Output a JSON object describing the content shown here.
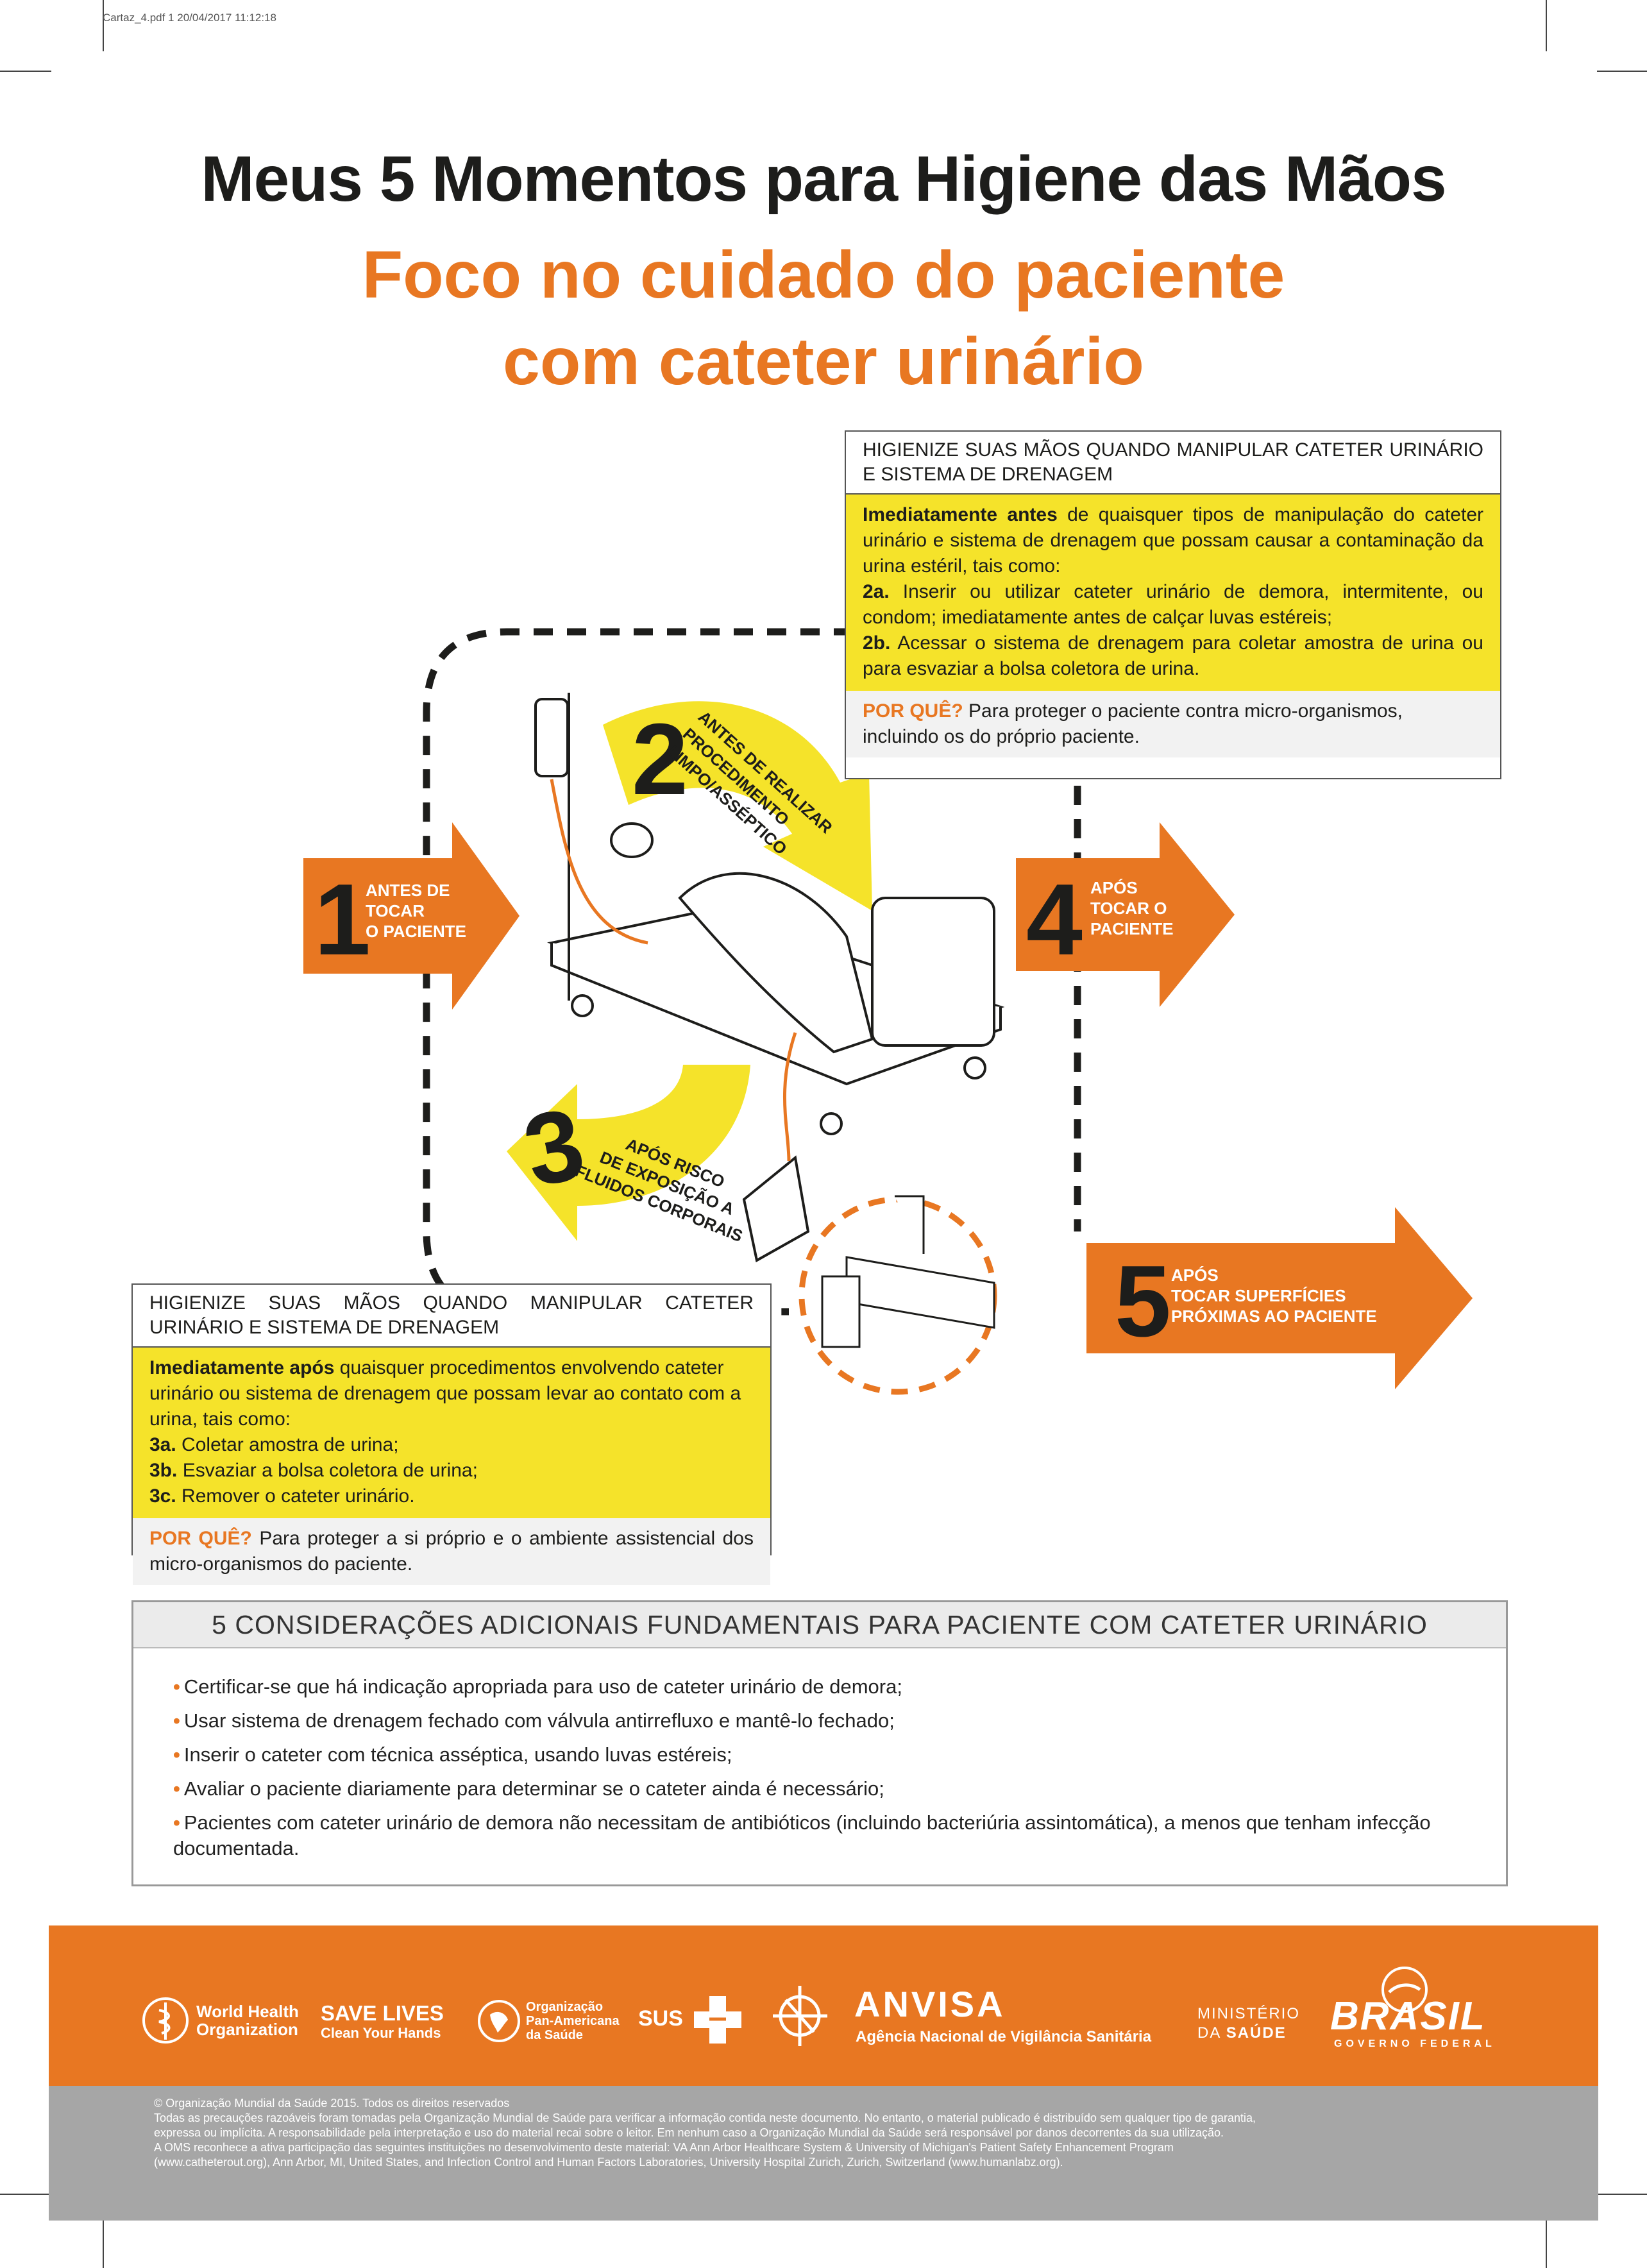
{
  "print_meta": "Cartaz_4.pdf   1   20/04/2017   11:12:18",
  "title": "Meus 5 Momentos para Higiene das Mãos",
  "subtitle_line1": "Foco no cuidado do paciente",
  "subtitle_line2": "com cateter urinário",
  "colors": {
    "orange": "#e87722",
    "yellow": "#f5e32a",
    "gray_band": "#a6a6a6",
    "dark_text": "#1d1d1b"
  },
  "box_top": {
    "header": "HIGIENIZE SUAS MÃOS QUANDO MANIPULAR CATETER URINÁRIO E SISTEMA DE DRENAGEM",
    "intro_bold": "Imediatamente antes",
    "intro_rest": " de quaisquer tipos de manipulação do cateter urinário e sistema de drenagem que possam causar a contaminação da urina estéril, tais como:",
    "item_2a_label": "2a.",
    "item_2a_text": " Inserir ou utilizar cateter urinário de demora, intermitente, ou condom; imediatamente antes de calçar luvas estéreis;",
    "item_2b_label": "2b.",
    "item_2b_text": " Acessar o sistema de drenagem para coletar amostra de urina ou para esvaziar a bolsa coletora de urina.",
    "why_label": "POR QUÊ?",
    "why_text": " Para proteger o paciente contra micro-organismos, incluindo os do próprio paciente."
  },
  "box_bottom": {
    "header": "HIGIENIZE SUAS MÃOS QUANDO MANIPULAR CATETER URINÁRIO E SISTEMA DE DRENAGEM",
    "intro_bold": "Imediatamente após",
    "intro_rest": " quaisquer procedimentos envolvendo cateter urinário ou sistema de drenagem que possam levar ao contato com a urina, tais como:",
    "item_3a_label": "3a.",
    "item_3a_text": " Coletar amostra de urina;",
    "item_3b_label": "3b.",
    "item_3b_text": " Esvaziar a bolsa coletora de urina;",
    "item_3c_label": "3c.",
    "item_3c_text": " Remover o cateter urinário.",
    "why_label": "POR QUÊ?",
    "why_text": " Para proteger a si próprio e o ambiente assistencial dos micro-organismos do paciente."
  },
  "moments": {
    "m1": {
      "number": "1",
      "line1": "ANTES DE",
      "line2": "TOCAR",
      "line3": "O PACIENTE"
    },
    "m2": {
      "number": "2",
      "line1": "ANTES DE REALIZAR",
      "line2": "PROCEDIMENTO",
      "line3": "LIMPO/ASSÉPTICO"
    },
    "m3": {
      "number": "3",
      "line1": "APÓS RISCO",
      "line2": "DE EXPOSIÇÃO A",
      "line3": "FLUIDOS CORPORAIS"
    },
    "m4": {
      "number": "4",
      "line1": "APÓS",
      "line2": "TOCAR O",
      "line3": "PACIENTE"
    },
    "m5": {
      "number": "5",
      "line1": "APÓS",
      "line2": "TOCAR SUPERFÍCIES",
      "line3": "PRÓXIMAS AO PACIENTE"
    }
  },
  "considerations": {
    "title": "5 CONSIDERAÇÕES ADICIONAIS FUNDAMENTAIS PARA PACIENTE COM CATETER URINÁRIO",
    "items": [
      "Certificar-se que há indicação apropriada para uso de cateter urinário de demora;",
      "Usar sistema de drenagem fechado com válvula antirrefluxo e mantê-lo fechado;",
      "Inserir o cateter com técnica asséptica, usando luvas estéreis;",
      "Avaliar o paciente diariamente para determinar se o cateter ainda é necessário;",
      "Pacientes com cateter urinário de demora não necessitam de antibióticos (incluindo bacteriúria assintomática), a menos que tenham infecção documentada."
    ]
  },
  "logos": {
    "who_line1": "World Health",
    "who_line2": "Organization",
    "save_lives_line1": "SAVE LIVES",
    "save_lives_line2": "Clean Your Hands",
    "paho_line1": "Organização",
    "paho_line2": "Pan-Americana",
    "paho_line3": "da Saúde",
    "sus": "SUS",
    "anvisa": "ANVISA",
    "anvisa_sub": "Agência Nacional de Vigilância Sanitária",
    "ministerio_line1": "MINISTÉRIO",
    "ministerio_line2_a": "DA ",
    "ministerio_line2_b": "SAÚDE",
    "brasil": "BRASIL",
    "brasil_sub": "GOVERNO FEDERAL"
  },
  "legal": [
    "© Organização Mundial da Saúde 2015. Todos os direitos reservados",
    "Todas as precauções razoáveis foram tomadas pela Organização Mundial de Saúde para verificar a informação contida neste documento. No entanto, o material publicado é distribuído sem qualquer tipo de garantia,",
    "expressa ou implícita. A responsabilidade pela interpretação e uso do material recai sobre o leitor. Em nenhum caso a Organização Mundial da Saúde será responsável por danos decorrentes da sua utilização.",
    "A OMS reconhece a ativa participação das seguintes instituições no desenvolvimento deste material: VA Ann Arbor Healthcare System & University of Michigan's Patient Safety Enhancement Program",
    "(www.catheterout.org), Ann Arbor, MI, United States, and Infection Control and Human Factors Laboratories, University Hospital Zurich, Zurich, Switzerland (www.humanlabz.org)."
  ]
}
